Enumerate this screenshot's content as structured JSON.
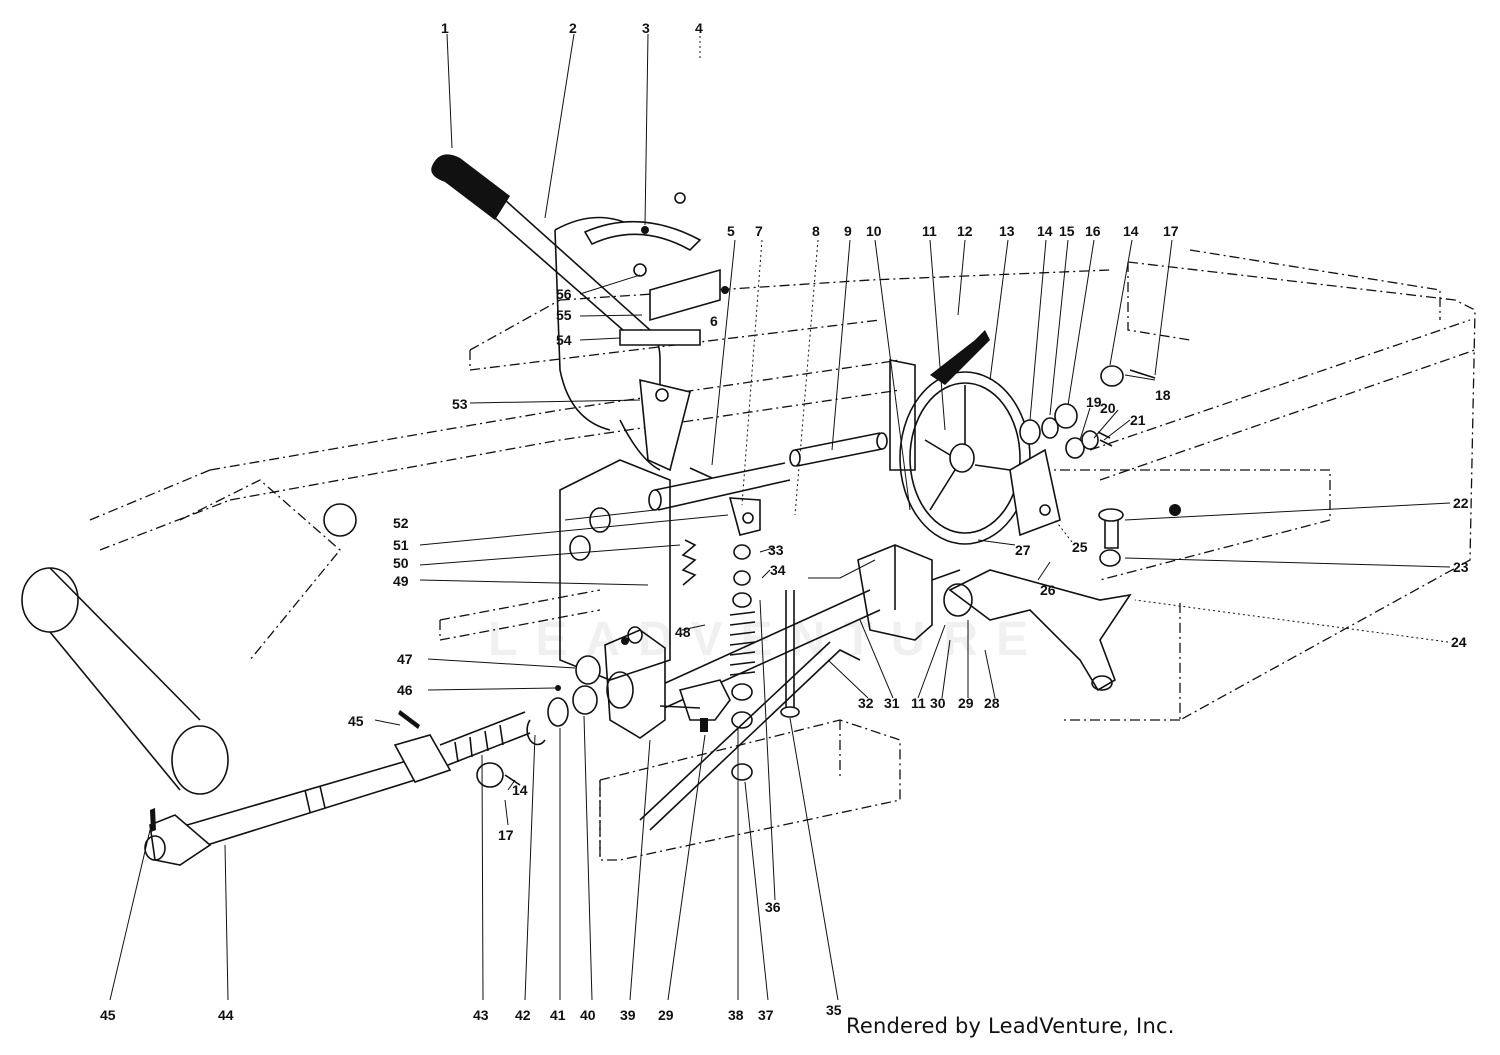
{
  "footer": "Rendered by LeadVenture, Inc.",
  "watermark": "LEADVENTURE",
  "callouts": [
    "1",
    "2",
    "3",
    "4",
    "5",
    "6",
    "7",
    "8",
    "9",
    "10",
    "11",
    "12",
    "13",
    "14",
    "15",
    "16",
    "17",
    "18",
    "19",
    "20",
    "21",
    "22",
    "23",
    "24",
    "25",
    "26",
    "27",
    "28",
    "29",
    "30",
    "31",
    "32",
    "33",
    "34",
    "35",
    "36",
    "37",
    "38",
    "39",
    "40",
    "41",
    "42",
    "43",
    "44",
    "45",
    "46",
    "47",
    "48",
    "49",
    "50",
    "51",
    "52",
    "53",
    "54",
    "55",
    "56"
  ]
}
